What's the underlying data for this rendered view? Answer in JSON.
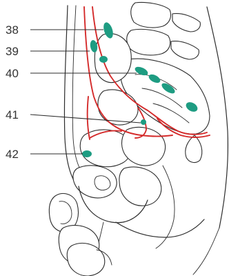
{
  "callouts": [
    {
      "id": "38",
      "label": "38"
    },
    {
      "id": "39",
      "label": "39"
    },
    {
      "id": "40",
      "label": "40"
    },
    {
      "id": "41",
      "label": "41"
    },
    {
      "id": "42",
      "label": "42"
    }
  ],
  "colors": {
    "lymph_node": "#1e9c82",
    "vessel": "#d42a2a",
    "outline": "#2b2b2b",
    "label_text": "#333333",
    "background": "#ffffff"
  }
}
